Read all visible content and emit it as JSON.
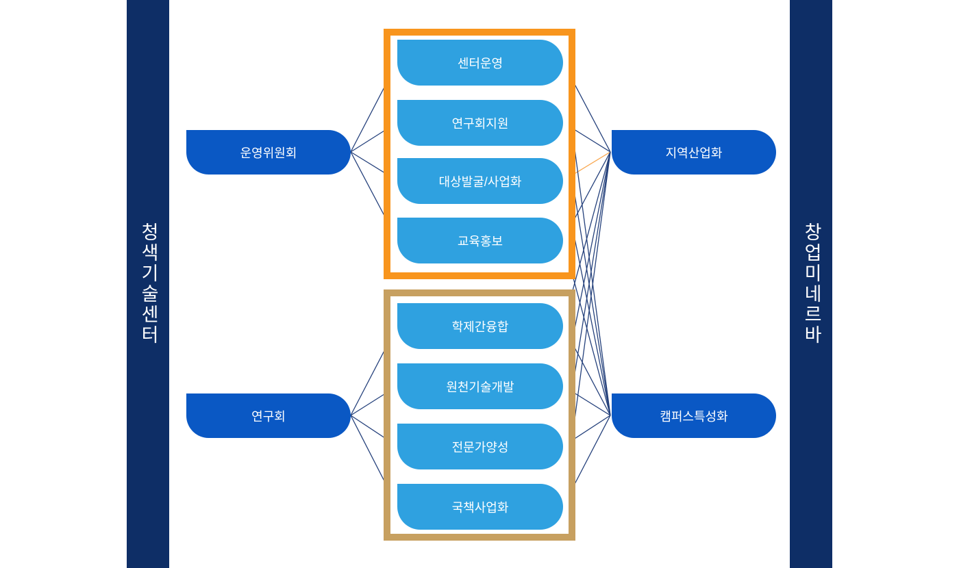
{
  "left_bar": {
    "text": "청색기술센터"
  },
  "right_bar": {
    "text": "창업미네르바"
  },
  "diagram": {
    "left_nodes": [
      {
        "id": "ops",
        "label": "운영위원회"
      },
      {
        "id": "research",
        "label": "연구회"
      }
    ],
    "right_nodes": [
      {
        "id": "regional",
        "label": "지역산업화"
      },
      {
        "id": "campus",
        "label": "캠퍼스특성화"
      }
    ],
    "groups": [
      {
        "id": "top",
        "border_color": "#f8951d",
        "items": [
          {
            "id": "t1",
            "label": "센터운영"
          },
          {
            "id": "t2",
            "label": "연구회지원"
          },
          {
            "id": "t3",
            "label": "대상발굴/사업화"
          },
          {
            "id": "t4",
            "label": "교육홍보"
          }
        ]
      },
      {
        "id": "bottom",
        "border_color": "#c7a060",
        "items": [
          {
            "id": "b1",
            "label": "학제간융합"
          },
          {
            "id": "b2",
            "label": "원천기술개발"
          },
          {
            "id": "b3",
            "label": "전문가양성"
          },
          {
            "id": "b4",
            "label": "국책사업화"
          }
        ]
      }
    ],
    "edges": [
      {
        "from": "ops",
        "to": "t1",
        "color": "normal"
      },
      {
        "from": "ops",
        "to": "t2",
        "color": "normal"
      },
      {
        "from": "ops",
        "to": "t3",
        "color": "normal"
      },
      {
        "from": "ops",
        "to": "t4",
        "color": "normal"
      },
      {
        "from": "research",
        "to": "b1",
        "color": "normal"
      },
      {
        "from": "research",
        "to": "b2",
        "color": "normal"
      },
      {
        "from": "research",
        "to": "b3",
        "color": "normal"
      },
      {
        "from": "research",
        "to": "b4",
        "color": "normal"
      },
      {
        "from": "t1",
        "to": "regional",
        "color": "normal"
      },
      {
        "from": "t2",
        "to": "regional",
        "color": "normal"
      },
      {
        "from": "t3",
        "to": "regional",
        "color": "highlight"
      },
      {
        "from": "t4",
        "to": "regional",
        "color": "normal"
      },
      {
        "from": "b1",
        "to": "regional",
        "color": "normal"
      },
      {
        "from": "b2",
        "to": "regional",
        "color": "normal"
      },
      {
        "from": "b3",
        "to": "regional",
        "color": "normal"
      },
      {
        "from": "b4",
        "to": "regional",
        "color": "normal"
      },
      {
        "from": "t1",
        "to": "campus",
        "color": "normal"
      },
      {
        "from": "t2",
        "to": "campus",
        "color": "normal"
      },
      {
        "from": "t3",
        "to": "campus",
        "color": "normal"
      },
      {
        "from": "t4",
        "to": "campus",
        "color": "normal"
      },
      {
        "from": "b1",
        "to": "campus",
        "color": "normal"
      },
      {
        "from": "b2",
        "to": "campus",
        "color": "normal"
      },
      {
        "from": "b3",
        "to": "campus",
        "color": "normal"
      },
      {
        "from": "b4",
        "to": "campus",
        "color": "normal"
      }
    ],
    "colors": {
      "sidebar": "#0e2e66",
      "primary_node": "#0a58c4",
      "item_box": "#2fa1e0",
      "edge": "#24407b",
      "edge_highlight": "#f9a851"
    }
  }
}
